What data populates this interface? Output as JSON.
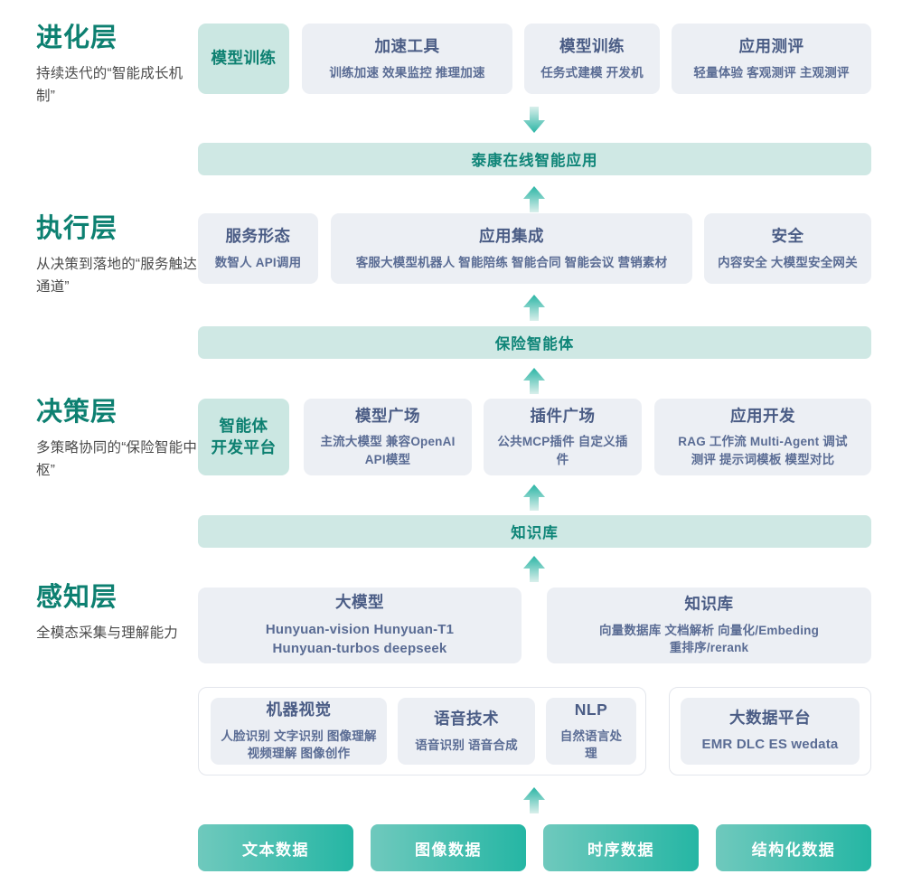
{
  "layers": [
    {
      "title": "进化层",
      "desc": "持续迭代的“智能成长机制”"
    },
    {
      "title": "执行层",
      "desc": "从决策到落地的“服务触达通道”"
    },
    {
      "title": "决策层",
      "desc": "多策略协同的“保险智能中枢”"
    },
    {
      "title": "感知层",
      "desc": "全模态采集与理解能力"
    }
  ],
  "evolution_row": [
    {
      "title": "模型训练",
      "sub": ""
    },
    {
      "title": "加速工具",
      "sub": "训练加速 效果监控 推理加速"
    },
    {
      "title": "模型训练",
      "sub": "任务式建模 开发机"
    },
    {
      "title": "应用测评",
      "sub": "轻量体验 客观测评 主观测评"
    }
  ],
  "banner_app": "泰康在线智能应用",
  "execution_row": [
    {
      "title": "服务形态",
      "sub": "数智人 API调用"
    },
    {
      "title": "应用集成",
      "sub": "客服大模型机器人 智能陪练 智能合同 智能会议 营销素材"
    },
    {
      "title": "安全",
      "sub": "内容安全 大模型安全网关"
    }
  ],
  "banner_agent": "保险智能体",
  "decision_row": [
    {
      "title": "智能体\n开发平台",
      "sub": ""
    },
    {
      "title": "模型广场",
      "sub": "主流大模型  兼容OpenAI\nAPI模型"
    },
    {
      "title": "插件广场",
      "sub": "公共MCP插件 自定义插件"
    },
    {
      "title": "应用开发",
      "sub": "RAG 工作流 Multi-Agent 调试\n测评 提示词模板 模型对比"
    }
  ],
  "banner_kb": "知识库",
  "perception_row1": [
    {
      "title": "大模型",
      "sub": "Hunyuan-vision Hunyuan-T1\nHunyuan-turbos deepseek"
    },
    {
      "title": "知识库",
      "sub": "向量数据库 文档解析 向量化/Embeding\n重排序/rerank"
    }
  ],
  "perception_row2": [
    {
      "title": "机器视觉",
      "sub": "人脸识别 文字识别 图像理解\n视频理解 图像创作"
    },
    {
      "title": "语音技术",
      "sub": "语音识别 语音合成"
    },
    {
      "title": "NLP",
      "sub": "自然语言处理"
    },
    {
      "title": "大数据平台",
      "sub": "EMR DLC ES wedata"
    }
  ],
  "data_chips": [
    "文本数据",
    "图像数据",
    "时序数据",
    "结构化数据"
  ],
  "colors": {
    "accent_teal": "#0d8071",
    "banner_bg": "#cfe8e4",
    "card_bg": "#eceff4",
    "card_title": "#4a5c85",
    "chip_gradient_start": "#6fc9bd",
    "chip_gradient_end": "#25b6a4"
  }
}
